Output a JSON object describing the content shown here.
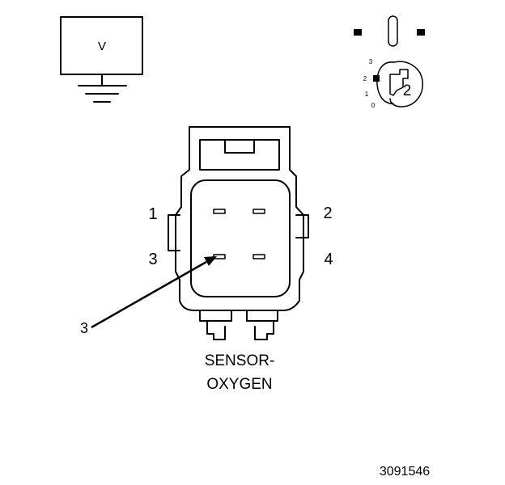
{
  "meter": {
    "label": "V"
  },
  "ignition_key": {
    "position_labels": [
      "3",
      "2",
      "1",
      "0"
    ],
    "selected_position": "2"
  },
  "connector": {
    "pin_labels": {
      "pin1": "1",
      "pin2": "2",
      "pin3": "3",
      "pin4": "4"
    }
  },
  "callout": {
    "number": "3"
  },
  "component": {
    "line1": "SENSOR-",
    "line2": "OXYGEN"
  },
  "figure_id": "3091546"
}
